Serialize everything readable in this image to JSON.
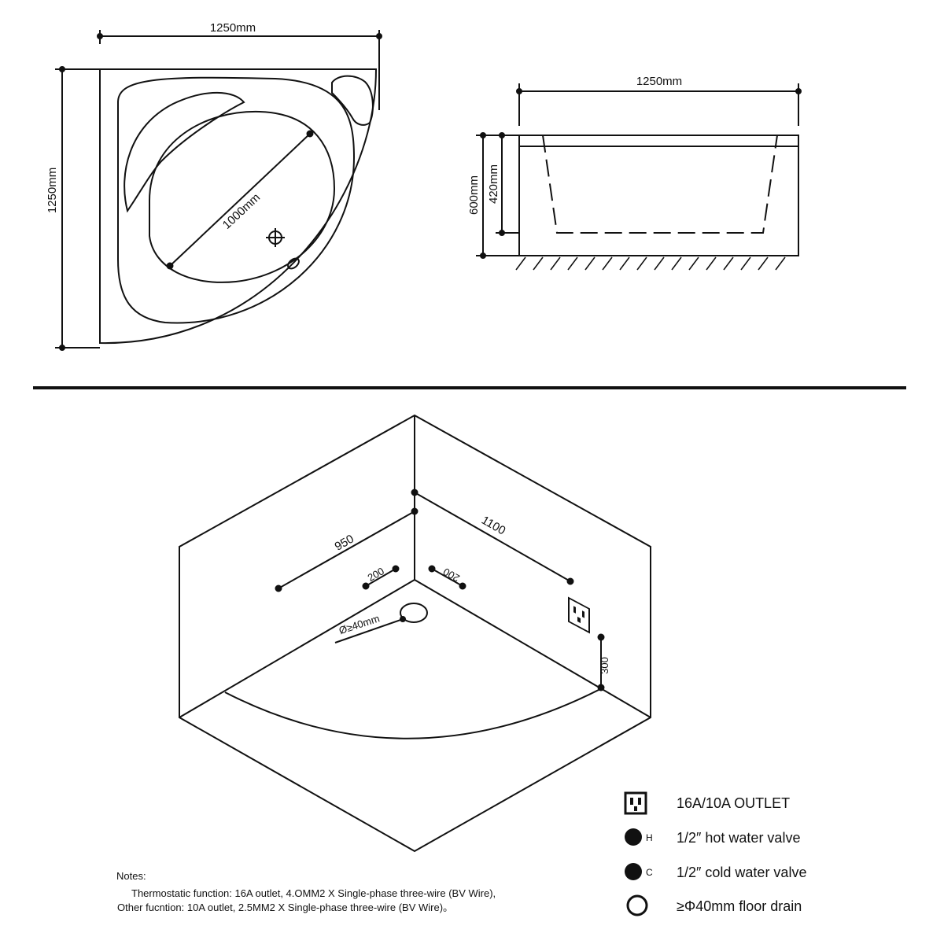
{
  "top_view": {
    "width_label": "1250mm",
    "height_label": "1250mm",
    "diagonal_label": "1000mm"
  },
  "side_view": {
    "width_label": "1250mm",
    "total_height_label": "600mm",
    "inner_depth_label": "420mm"
  },
  "room_view": {
    "left_wall_label": "950",
    "right_wall_label": "1100",
    "left_offset_label": "200",
    "right_offset_label": "200",
    "drain_label": "Ø≥40mm",
    "outlet_height_label": "300"
  },
  "legend": {
    "items": [
      {
        "icon": "outlet-icon",
        "tag": "",
        "label": "16A/10A OUTLET"
      },
      {
        "icon": "hot-valve-icon",
        "tag": "H",
        "label": "1/2″ hot water valve"
      },
      {
        "icon": "cold-valve-icon",
        "tag": "C",
        "label": "1/2″ cold water valve"
      },
      {
        "icon": "floor-drain-icon",
        "tag": "",
        "label": "≥Φ40mm floor drain"
      }
    ]
  },
  "notes": {
    "title": "Notes:",
    "line1": "Thermostatic function: 16A outlet, 4.OMM2 X Single-phase three-wire (BV Wire),",
    "line2": "Other fucntion: 10A outlet, 2.5MM2 X Single-phase three-wire (BV Wire)。"
  }
}
